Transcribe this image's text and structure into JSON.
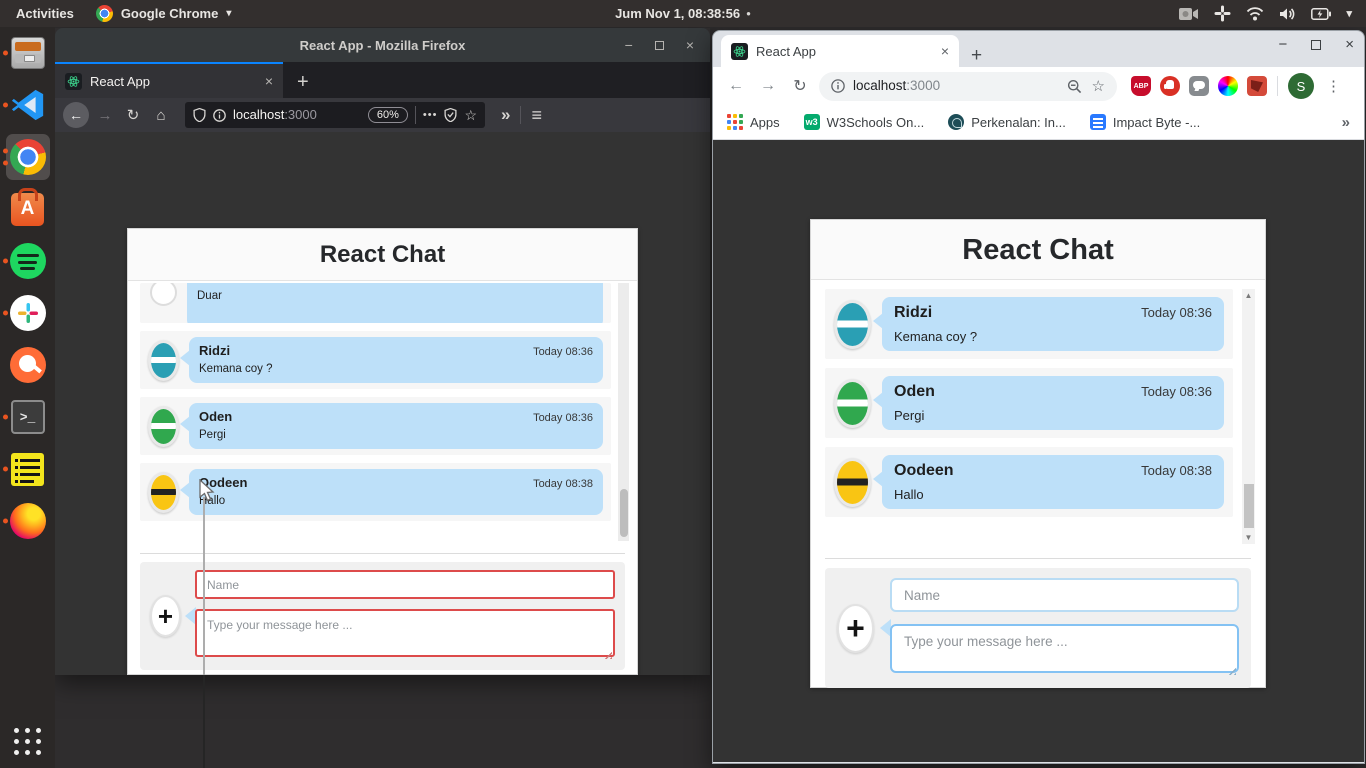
{
  "topbar": {
    "activities_label": "Activities",
    "focused_app_label": "Google Chrome",
    "clock": "Jum Nov 1, 08:38:56",
    "notification_dot": "●",
    "caret": "▾"
  },
  "dock": {
    "items": [
      {
        "name": "files",
        "running": true
      },
      {
        "name": "vscode",
        "running": true
      },
      {
        "name": "chrome",
        "running": true,
        "active": true
      },
      {
        "name": "ubuntu-software",
        "running": false
      },
      {
        "name": "spotify",
        "running": true
      },
      {
        "name": "slack",
        "running": true
      },
      {
        "name": "postman",
        "running": false
      },
      {
        "name": "terminal",
        "running": true
      },
      {
        "name": "notes",
        "running": true
      },
      {
        "name": "firefox",
        "running": true
      }
    ]
  },
  "glyphs": {
    "minimize": "−",
    "close": "×",
    "back": "←",
    "forward": "→",
    "reload": "↻",
    "home": "⌂",
    "new_tab": "+",
    "close_tab": "×",
    "ellipsis": "•••",
    "star": "☆",
    "overflow": "»",
    "menu": "≡",
    "kebab": "⋮",
    "scroll_up": "▲",
    "scroll_down": "▼",
    "terminal_prompt": ">_"
  },
  "firefox": {
    "window_title": "React App - Mozilla Firefox",
    "tab_title": "React App",
    "url_host": "localhost",
    "url_port": ":3000",
    "zoom_level": "60%"
  },
  "chrome": {
    "tab_title": "React App",
    "url_host": "localhost",
    "url_port": ":3000",
    "profile_initial": "S",
    "bookmarks": [
      {
        "label": "Apps"
      },
      {
        "label": "W3Schools On..."
      },
      {
        "label": "Perkenalan: In..."
      },
      {
        "label": "Impact Byte -..."
      }
    ],
    "w3_logo_text": "w3",
    "abp_logo_text": "ABP"
  },
  "chat": {
    "title": "React Chat",
    "bubble_color": "#bde0f9",
    "partial_top_message": {
      "text": "Duar",
      "avatar_color": "#ffffff"
    },
    "messages": [
      {
        "name": "Ridzi",
        "text": "Kemana coy ?",
        "time": "Today 08:36",
        "avatar_color": "#2a9fb4",
        "stripe_color": "#ffffff"
      },
      {
        "name": "Oden",
        "text": "Pergi",
        "time": "Today 08:36",
        "avatar_color": "#30a84e",
        "stripe_color": "#ffffff"
      },
      {
        "name": "Oodeen",
        "text": "Hallo",
        "time": "Today 08:38",
        "avatar_color": "#f9c513",
        "stripe_color": "#222222"
      }
    ],
    "form": {
      "add_label": "+",
      "name_placeholder": "Name",
      "message_placeholder": "Type your message here ..."
    }
  }
}
